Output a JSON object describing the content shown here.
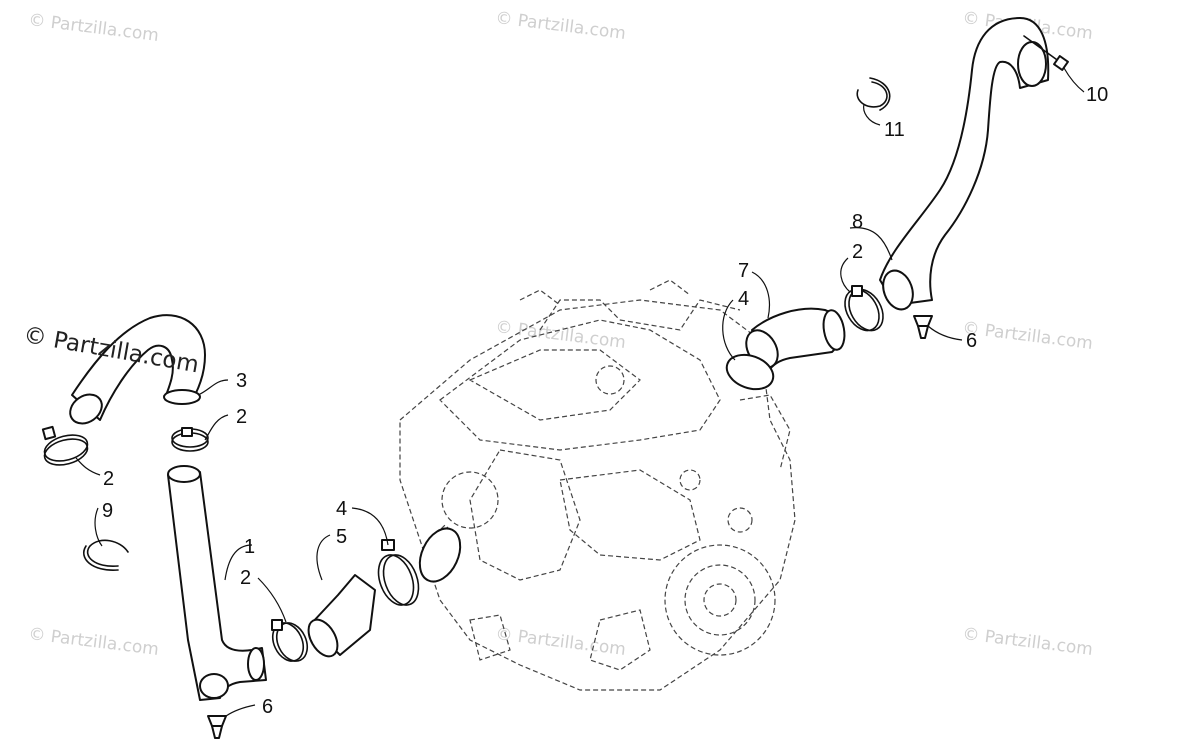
{
  "watermark": {
    "main": "© Partzilla.com",
    "faint": "© Partzilla.com"
  },
  "diagram": {
    "callouts": {
      "c1": "1",
      "c2a": "2",
      "c2b": "2",
      "c2c": "2",
      "c2d": "2",
      "c3": "3",
      "c4a": "4",
      "c4b": "4",
      "c5": "5",
      "c6a": "6",
      "c6b": "6",
      "c7": "7",
      "c8": "8",
      "c9": "9",
      "c10": "10",
      "c11": "11"
    }
  }
}
